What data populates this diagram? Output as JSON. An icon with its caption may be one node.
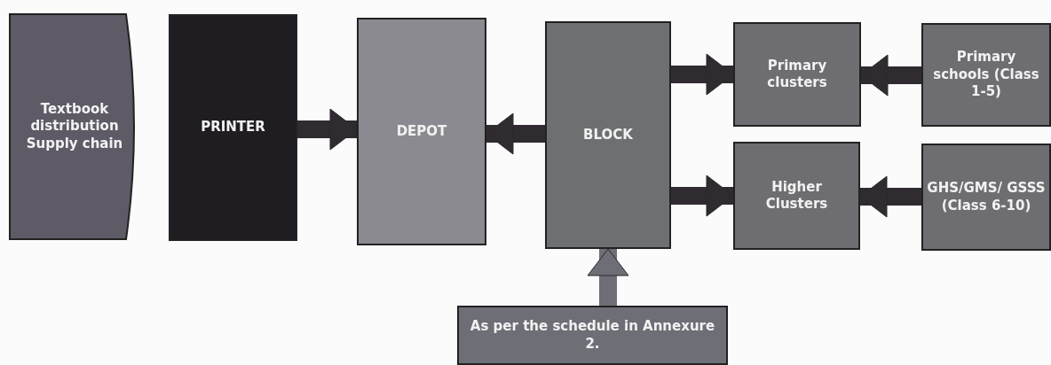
{
  "diagram": {
    "nodes": [
      {
        "text": [
          "Textbook distribution Supply chain"
        ]
      },
      {
        "text": [
          "PRINTER"
        ]
      },
      {
        "text": [
          "DEPOT"
        ]
      },
      {
        "text": [
          "BLOCK"
        ]
      },
      {
        "text": [
          "Primary clusters"
        ]
      },
      {
        "text": [
          "Higher Clusters"
        ]
      },
      {
        "text": [
          "Primary schools (Class 1-5)"
        ]
      },
      {
        "text": [
          "GHS/GMS/ GSSS (Class 6-10)"
        ]
      },
      {
        "text": [
          "As per the schedule in Annexure 2."
        ]
      }
    ],
    "edges": [
      {
        "from": 1,
        "to": 2,
        "arrow": "to"
      },
      {
        "from": 3,
        "to": 2,
        "arrow": "to"
      },
      {
        "from": 3,
        "to": 4,
        "arrow": "to"
      },
      {
        "from": 3,
        "to": 5,
        "arrow": "to"
      },
      {
        "from": 6,
        "to": 4,
        "arrow": "to"
      },
      {
        "from": 7,
        "to": 5,
        "arrow": "to"
      },
      {
        "from": 8,
        "to": 3,
        "arrow": "to",
        "color": "#6e6e76"
      }
    ]
  }
}
